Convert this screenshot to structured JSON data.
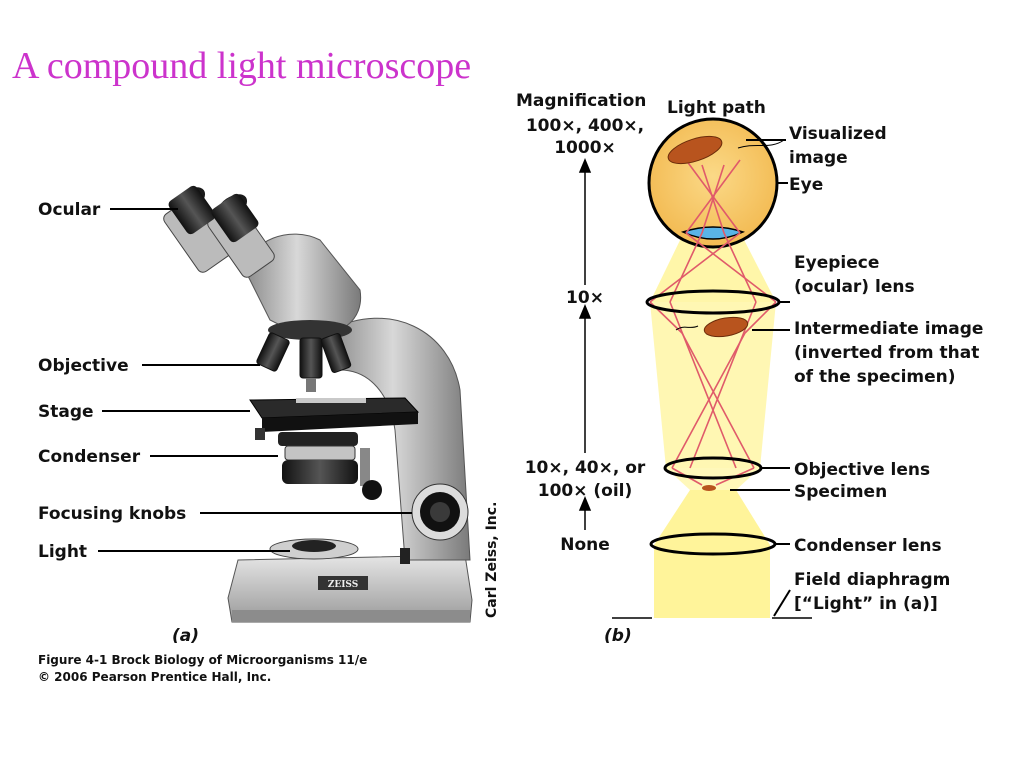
{
  "title": "A compound light microscope",
  "panel_a": {
    "labels": {
      "ocular": "Ocular",
      "objective": "Objective",
      "stage": "Stage",
      "condenser": "Condenser",
      "focusing_knobs": "Focusing knobs",
      "light": "Light"
    },
    "caption": "(a)",
    "photo_credit": "Carl Zeiss, Inc.",
    "brand": "ZEISS"
  },
  "panel_b": {
    "magnification_header": "Magnification",
    "light_path_header": "Light path",
    "mag_top": [
      "100×, 400×,",
      "1000×"
    ],
    "mag_eyepiece": "10×",
    "mag_objective": [
      "10×, 40×, or",
      "100× (oil)"
    ],
    "mag_condenser": "None",
    "labels": {
      "visualized_image": [
        "Visualized",
        "image"
      ],
      "eye": "Eye",
      "eyepiece": [
        "Eyepiece",
        "(ocular) lens"
      ],
      "intermediate_image": [
        "Intermediate image",
        "(inverted from that",
        "of the specimen)"
      ],
      "objective_lens": "Objective lens",
      "specimen": "Specimen",
      "condenser_lens": "Condenser lens",
      "field_diaphragm": [
        "Field diaphragm",
        "[“Light” in (a)]"
      ]
    },
    "caption": "(b)"
  },
  "figure_credit": [
    "Figure 4-1  Brock Biology of Microorganisms 11/e",
    "© 2006 Pearson Prentice Hall, Inc."
  ],
  "colors": {
    "title": "#cc33cc",
    "light_beam": "#fff49a",
    "eye_fill": "#f9cf72",
    "ray": "#e05a6a",
    "cornea": "#5ab4e6",
    "bacterium": "#b8541e"
  }
}
